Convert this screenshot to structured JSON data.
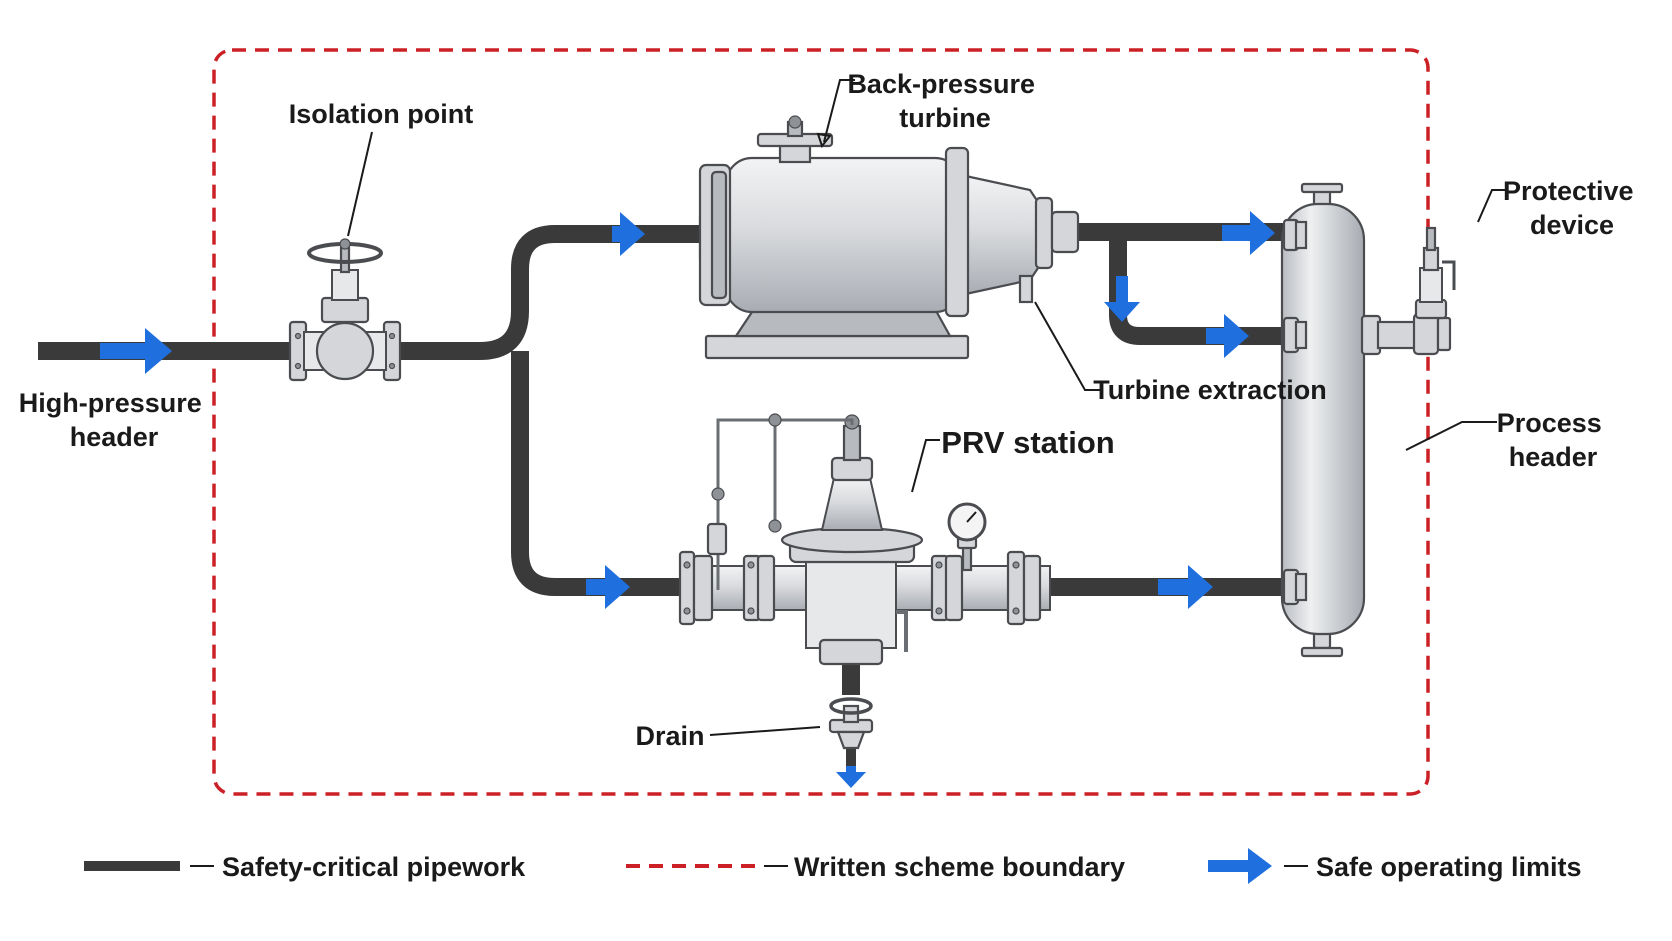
{
  "labels": {
    "high_pressure_header": [
      "High-pressure",
      "header"
    ],
    "isolation_point": "Isolation point",
    "back_pressure_turbine": [
      "Back-pressure",
      "turbine"
    ],
    "protective_device": [
      "Protective",
      "device"
    ],
    "turbine_extraction": "Turbine extraction",
    "process_header": [
      "Process",
      "header"
    ],
    "prv_station": "PRV station",
    "drain": "Drain"
  },
  "legend": [
    {
      "label": "Safety-critical pipework",
      "symbol": "solid-line"
    },
    {
      "label": "Written scheme boundary",
      "symbol": "dashed-line"
    },
    {
      "label": "Safe operating limits",
      "symbol": "arrow"
    }
  ],
  "colors": {
    "pipe": "#3a3a3a",
    "boundary": "#cc2027",
    "flow_arrow": "#1f6fde",
    "equipment": "#d4d6d9",
    "text": "#1a1a1a"
  }
}
